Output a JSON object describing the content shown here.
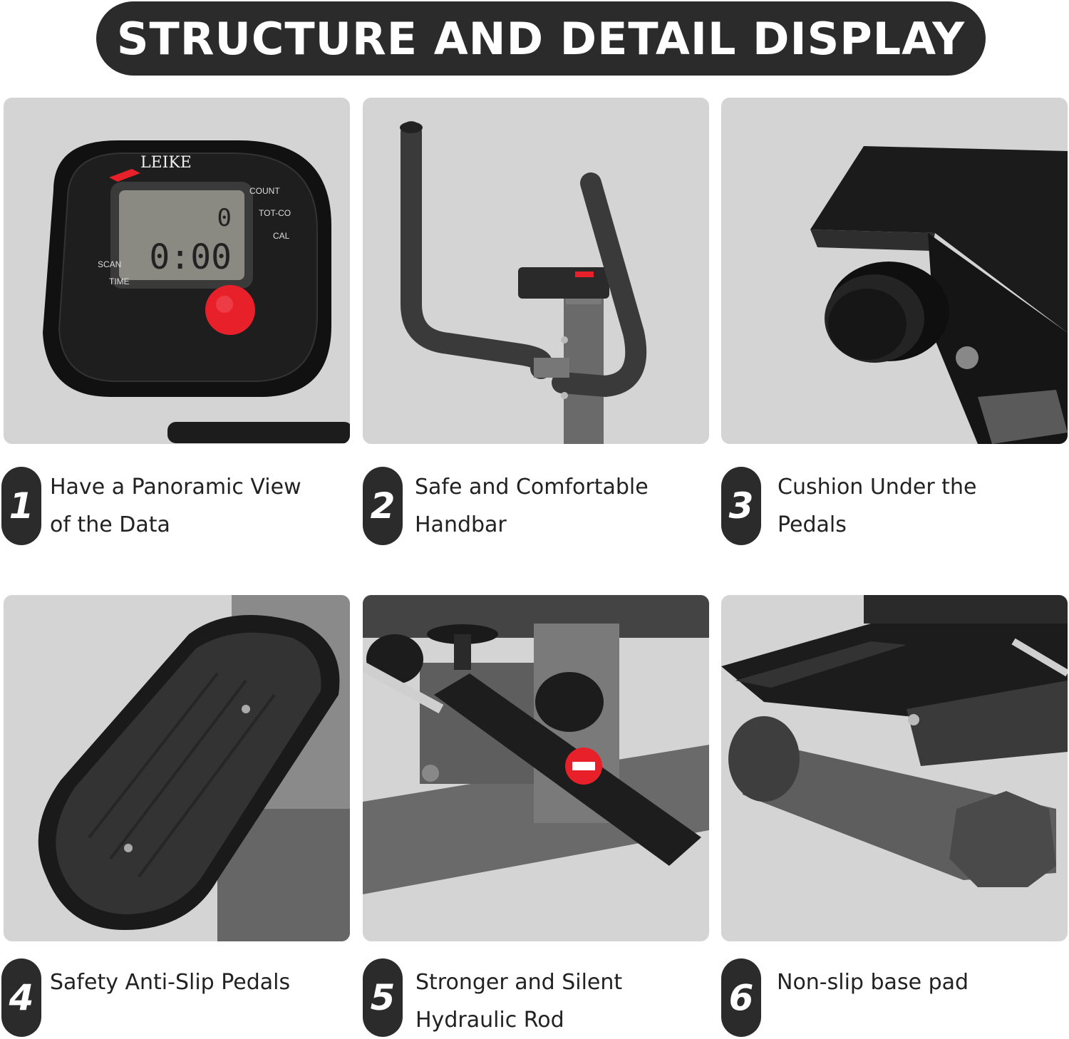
{
  "banner": {
    "title": "STRUCTURE AND DETAIL DISPLAY"
  },
  "display": {
    "brand": "LEIKE",
    "labels": {
      "count": "COUNT",
      "tot_co": "TOT-CO",
      "cal": "CAL",
      "scan": "SCAN",
      "time": "TIME"
    },
    "lcd_top": "0",
    "lcd_bottom": "0:00"
  },
  "features": [
    {
      "number": "1",
      "line1": "Have a Panoramic View",
      "line2": "of the Data"
    },
    {
      "number": "2",
      "line1": "Safe and Comfortable",
      "line2": "Handbar"
    },
    {
      "number": "3",
      "line1": "Cushion Under the",
      "line2": "Pedals"
    },
    {
      "number": "4",
      "line1": "Safety Anti-Slip Pedals",
      "line2": ""
    },
    {
      "number": "5",
      "line1": "Stronger and Silent",
      "line2": "Hydraulic Rod"
    },
    {
      "number": "6",
      "line1": "Non-slip base pad",
      "line2": ""
    }
  ],
  "colors": {
    "dark": "#2b2b2b",
    "panel_bg": "#d4d4d4",
    "accent_red": "#e8202a"
  }
}
